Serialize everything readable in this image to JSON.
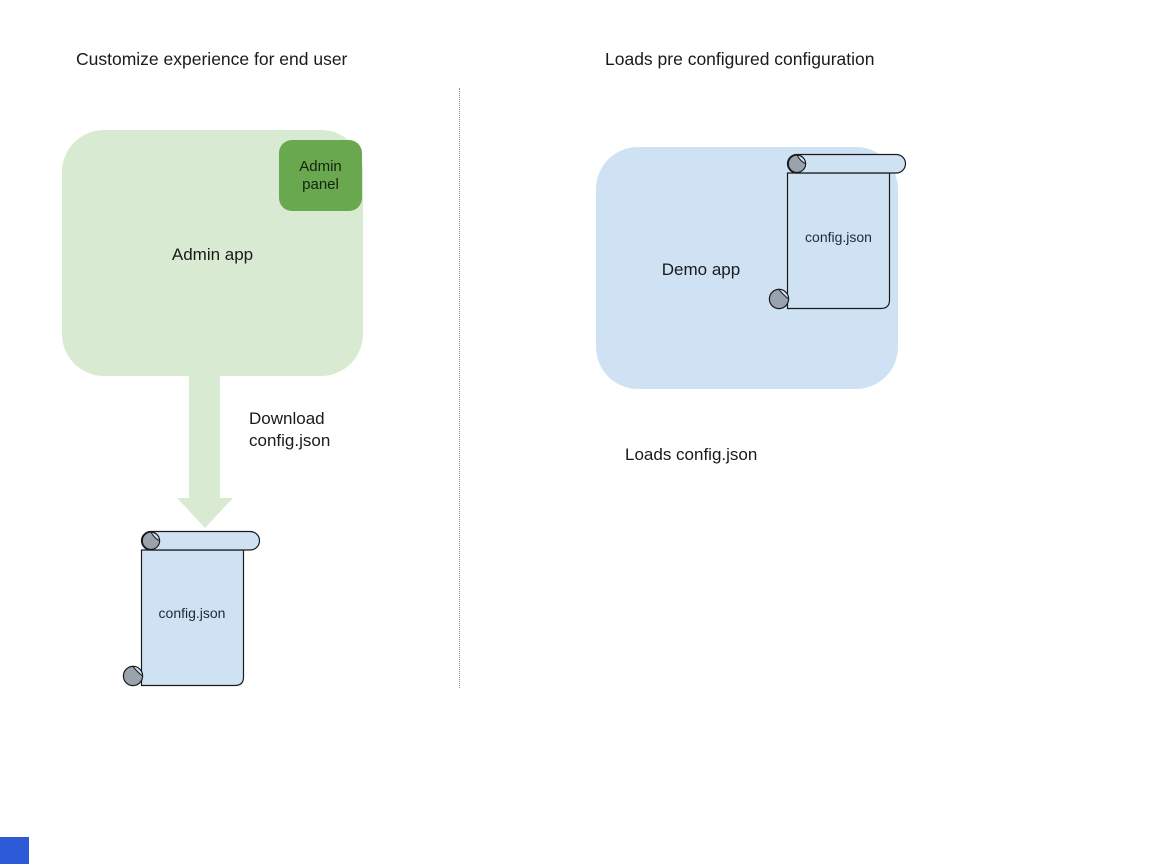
{
  "left_panel": {
    "title": "Customize experience for end user",
    "admin_app": {
      "label": "Admin app",
      "badge": "Admin panel"
    },
    "arrow_caption": "Download config.json",
    "config_file": {
      "label": "config.json"
    }
  },
  "right_panel": {
    "title": "Loads pre configured configuration",
    "demo_app": {
      "label": "Demo app"
    },
    "config_file": {
      "label": "config.json"
    },
    "caption": "Loads config.json"
  },
  "colors": {
    "admin_app_fill": "#d9ead3",
    "admin_panel_fill": "#6aa84f",
    "arrow_fill": "#d9ead3",
    "config_file_fill": "#cfe2f3",
    "demo_app_fill": "#cfe2f3",
    "scroll_curl_gray": "#9aa2ad",
    "divider_gray": "#8a8a8a",
    "corner_square_blue": "#2d5bd7"
  }
}
